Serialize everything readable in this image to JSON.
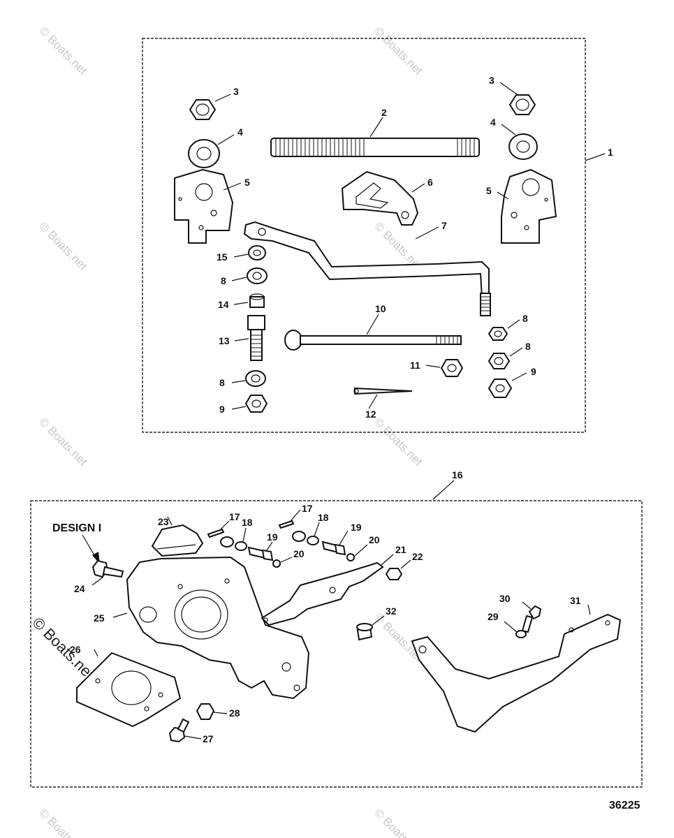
{
  "diagram": {
    "callouts_upper": {
      "1": "1",
      "2": "2",
      "3": "3",
      "4": "4",
      "5": "5",
      "6": "6",
      "7": "7",
      "8": "8",
      "9": "9",
      "10": "10",
      "11": "11",
      "12": "12",
      "13": "13",
      "14": "14",
      "15": "15"
    },
    "callouts_lower": {
      "16": "16",
      "17": "17",
      "18": "18",
      "19": "19",
      "20": "20",
      "21": "21",
      "22": "22",
      "23": "23",
      "24": "24",
      "25": "25",
      "26": "26",
      "27": "27",
      "28": "28",
      "29": "29",
      "30": "30",
      "31": "31",
      "32": "32"
    },
    "design_label": "DESIGN I",
    "figure_number": "36225",
    "watermark": "© Boats.net"
  }
}
